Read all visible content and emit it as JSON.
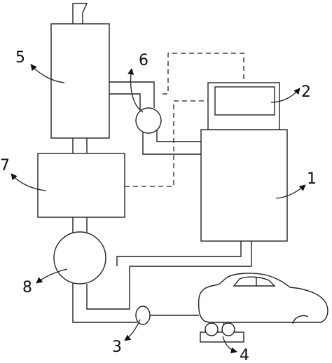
{
  "labels": {
    "l1": "1",
    "l2": "2",
    "l3": "3",
    "l4": "4",
    "l5": "5",
    "l6": "6",
    "l7": "7",
    "l8": "8"
  },
  "colors": {
    "line": "#222222",
    "background": "#ffffff"
  }
}
